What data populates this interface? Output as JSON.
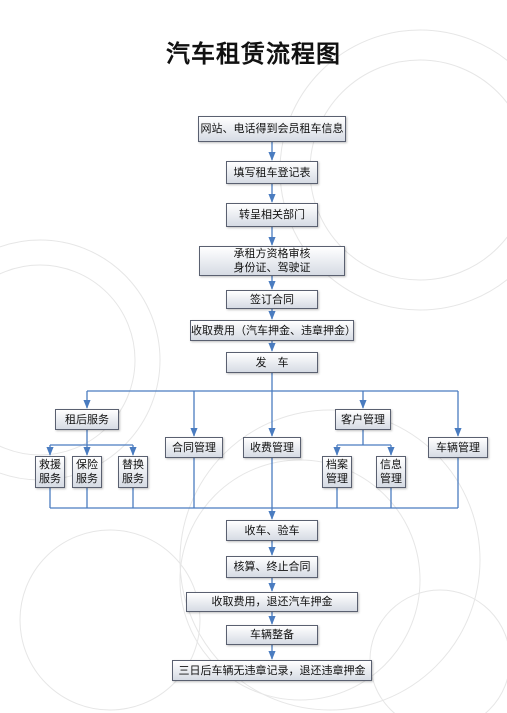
{
  "title": "汽车租赁流程图",
  "steps": {
    "s1": "网站、电话得到会员租车信息",
    "s2": "填写租车登记表",
    "s3": "转呈相关部门",
    "s4": "承租方资格审核\n身份证、驾驶证",
    "s5": "签订合同",
    "s6": "收取费用（汽车押金、违章押金）",
    "s7": "发　车",
    "b1": "租后服务",
    "b1a": "救援服务",
    "b1b": "保险服务",
    "b1c": "替换服务",
    "b2": "合同管理",
    "b3": "收费管理",
    "b4": "客户管理",
    "b4a": "档案管理",
    "b4b": "信息管理",
    "b5": "车辆管理",
    "s8": "收车、验车",
    "s9": "核算、终止合同",
    "s10": "收取费用，退还汽车押金",
    "s11": "车辆整备",
    "s12": "三日后车辆无违章记录，退还违章押金"
  },
  "colors": {
    "connector": "#4a7cc0",
    "box_border": "#5a6070"
  }
}
